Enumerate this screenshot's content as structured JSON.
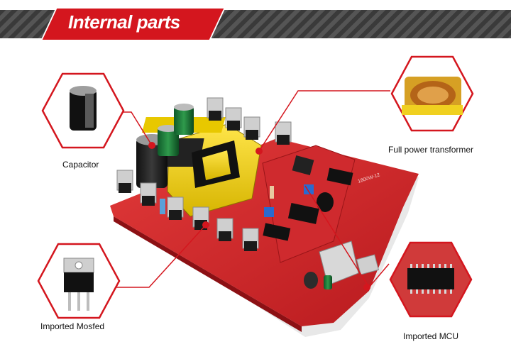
{
  "banner": {
    "title": "Internal parts"
  },
  "callouts": {
    "capacitor": {
      "label": "Capacitor"
    },
    "transformer": {
      "label": "Full power transformer"
    },
    "mosfet": {
      "label": "Imported Mosfed"
    },
    "mcu": {
      "label": "Imported MCU"
    }
  },
  "board_marking": "1800W-12",
  "accent_color": "#d4161e"
}
